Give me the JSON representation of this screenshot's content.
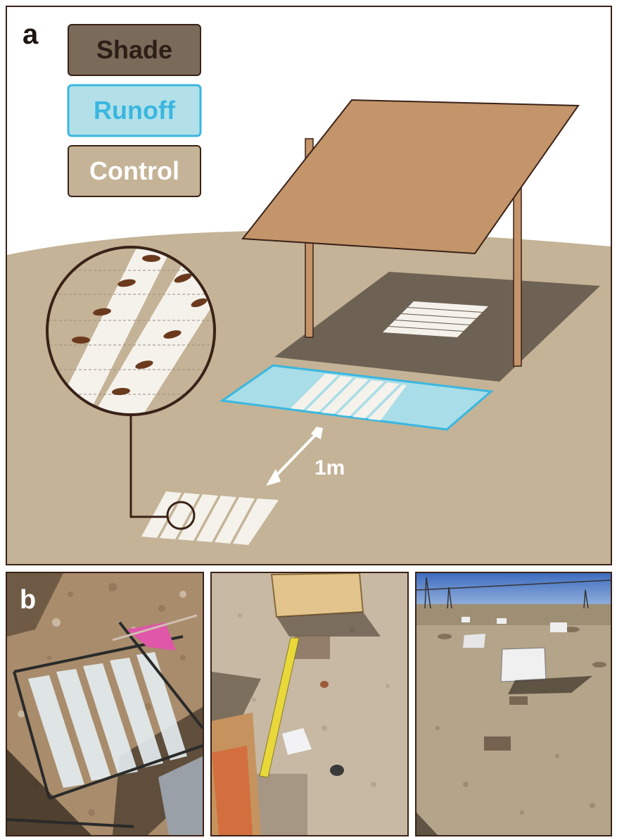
{
  "panel_a": {
    "label": "a",
    "legend": [
      {
        "label": "Shade",
        "fill": "#7a6a5a",
        "text_color": "#2b1f17",
        "border": "#3a2218"
      },
      {
        "label": "Runoff",
        "fill": "#b3e0e8",
        "text_color": "#3ab7e0",
        "border": "#3ab7e0"
      },
      {
        "label": "Control",
        "fill": "#c4b396",
        "text_color": "#ffffff",
        "border": "#3a2218"
      }
    ],
    "distance_label": "1m",
    "colors": {
      "ground": "#c4b396",
      "shade_plot": "#6e6254",
      "runoff_plot": "#a9dde7",
      "runoff_border": "#3ab7e0",
      "roof": "#c4956a",
      "post": "#c4956a",
      "outline": "#3a2218",
      "seed_strip": "#f5f2ec",
      "seed": "#6b3a1e"
    }
  },
  "panel_b": {
    "label": "b"
  }
}
